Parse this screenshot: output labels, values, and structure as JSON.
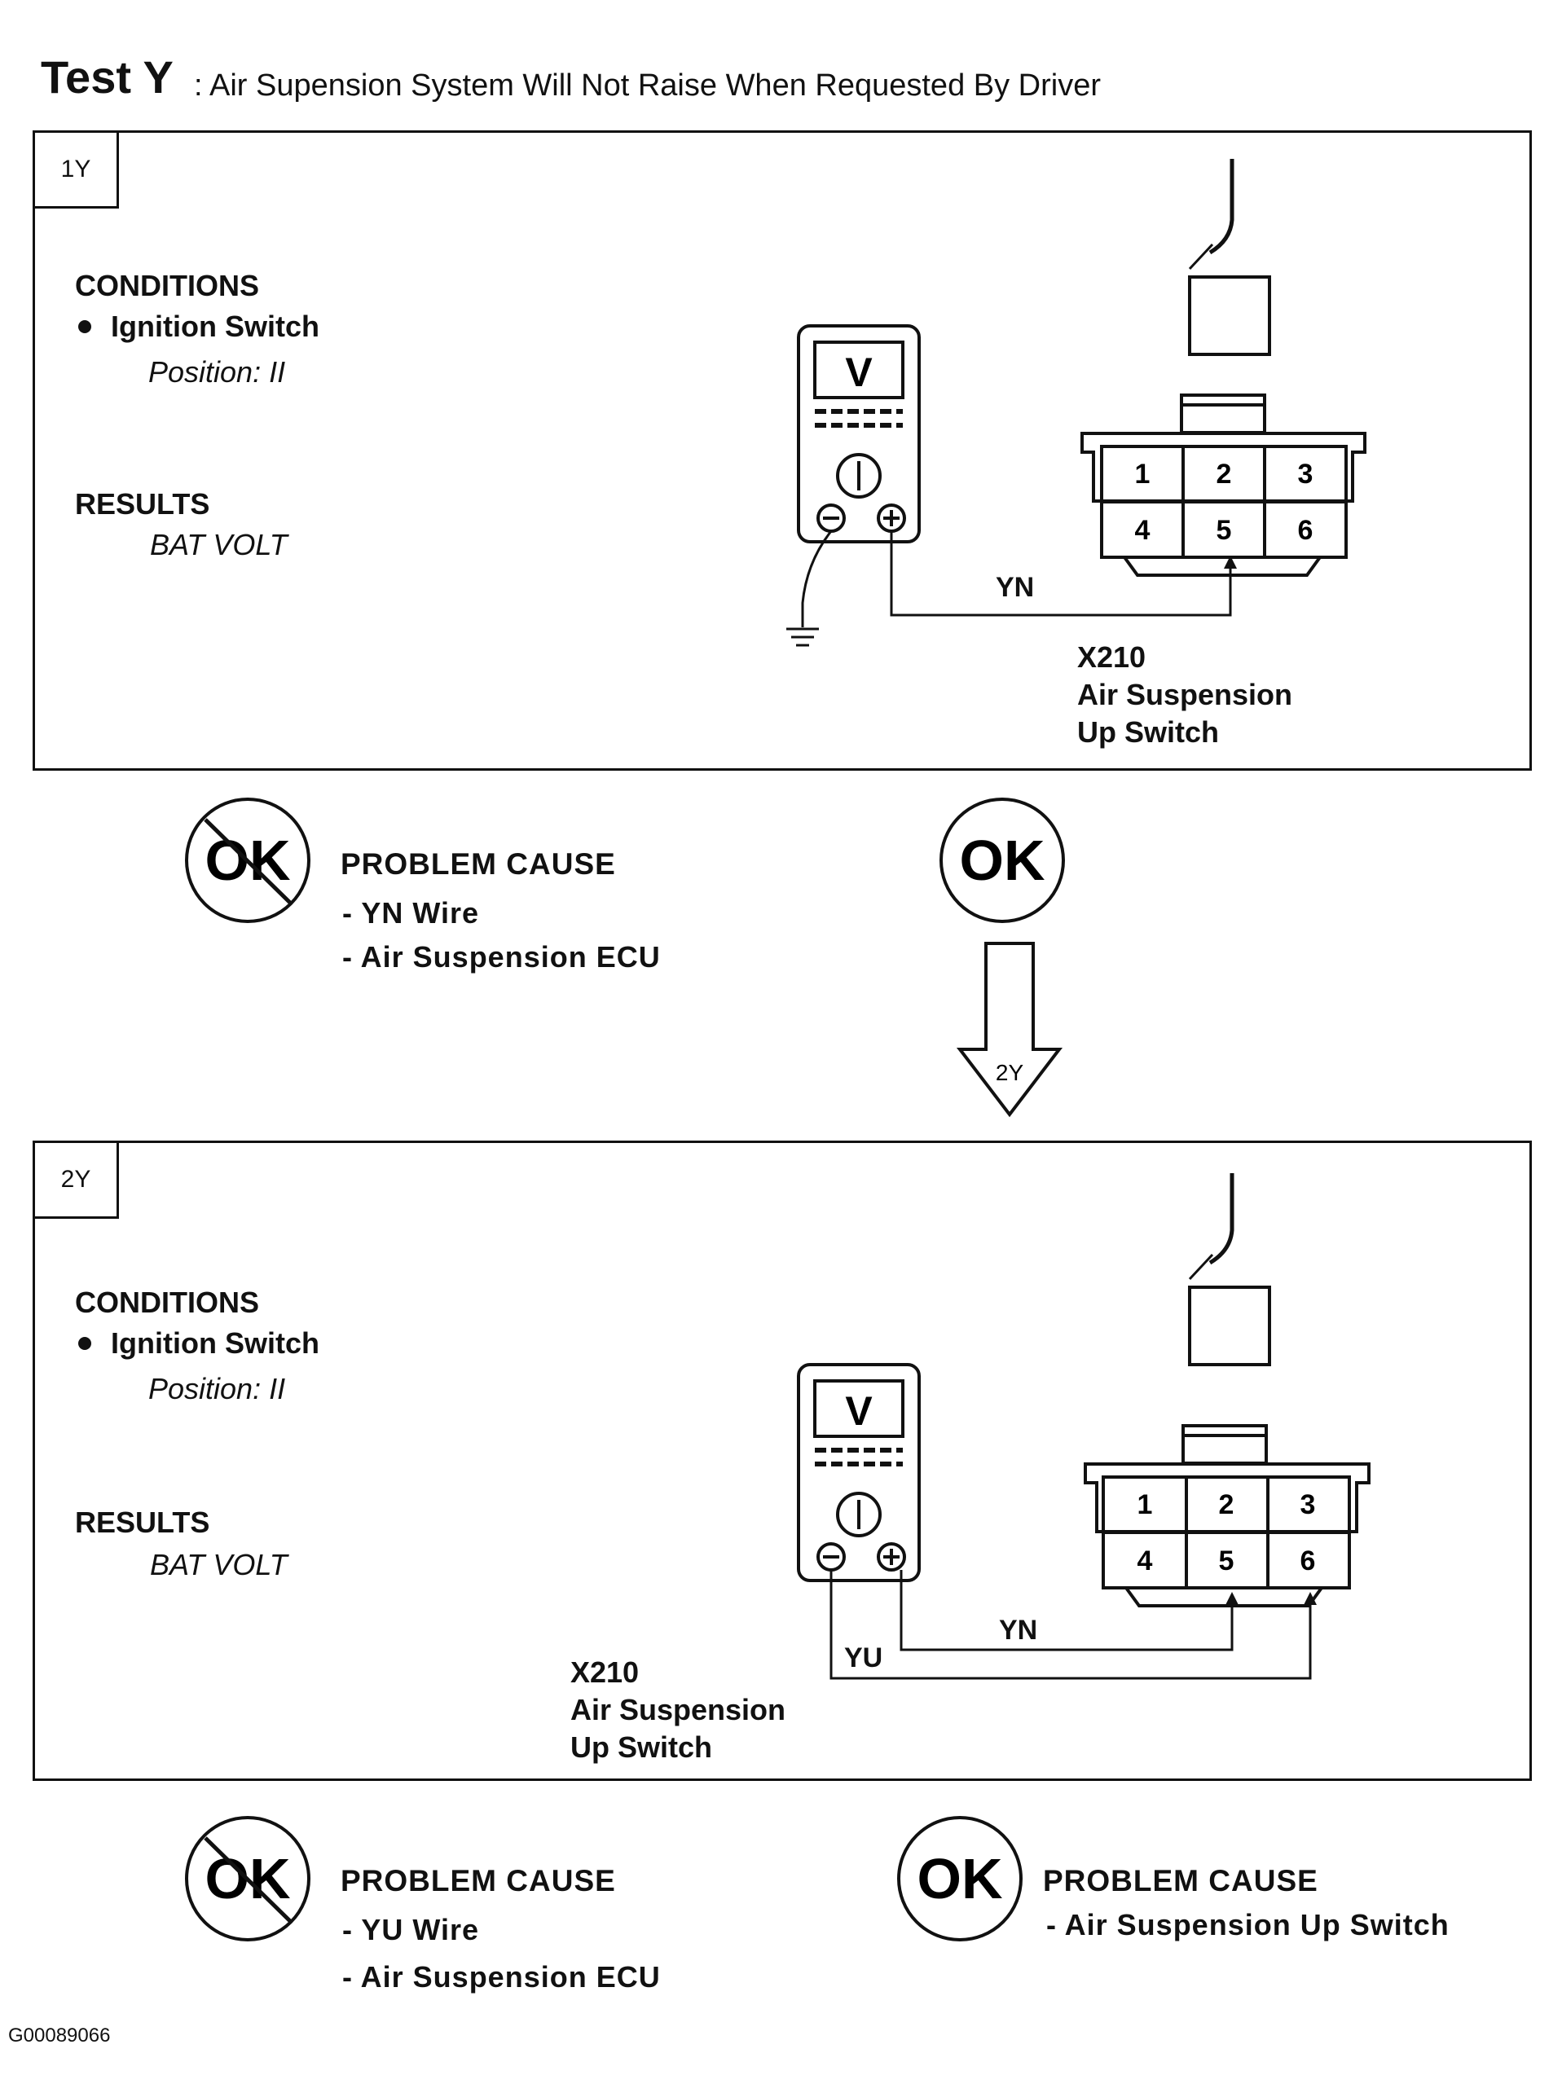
{
  "title": {
    "test": "Test Y",
    "subtitle": ": Air Supension System Will Not Raise When Requested By Driver"
  },
  "step1": {
    "tag": "1Y",
    "conditions_heading": "CONDITIONS",
    "condition_item": "Ignition Switch",
    "condition_detail": "Position: II",
    "results_heading": "RESULTS",
    "results_value": "BAT VOLT",
    "meter_label": "V",
    "wire_label": "YN",
    "connector_id": "X210",
    "connector_name_1": "Air Suspension",
    "connector_name_2": "Up Switch",
    "pins": [
      "1",
      "2",
      "3",
      "4",
      "5",
      "6"
    ],
    "not_ok_label": "OK",
    "not_ok_heading": "PROBLEM CAUSE",
    "not_ok_causes": [
      "- YN Wire",
      "- Air Suspension ECU"
    ],
    "ok_label": "OK",
    "next_step": "2Y"
  },
  "step2": {
    "tag": "2Y",
    "conditions_heading": "CONDITIONS",
    "condition_item": "Ignition Switch",
    "condition_detail": "Position: II",
    "results_heading": "RESULTS",
    "results_value": "BAT VOLT",
    "meter_label": "V",
    "wire_label_yn": "YN",
    "wire_label_yu": "YU",
    "connector_id": "X210",
    "connector_name_1": "Air Suspension",
    "connector_name_2": "Up Switch",
    "pins": [
      "1",
      "2",
      "3",
      "4",
      "5",
      "6"
    ],
    "not_ok_label": "OK",
    "not_ok_heading": "PROBLEM CAUSE",
    "not_ok_causes": [
      "- YU Wire",
      "- Air Suspension ECU"
    ],
    "ok_label": "OK",
    "ok_heading": "PROBLEM CAUSE",
    "ok_causes": [
      "- Air Suspension Up Switch"
    ]
  },
  "footer": {
    "figure_id": "G00089066"
  }
}
